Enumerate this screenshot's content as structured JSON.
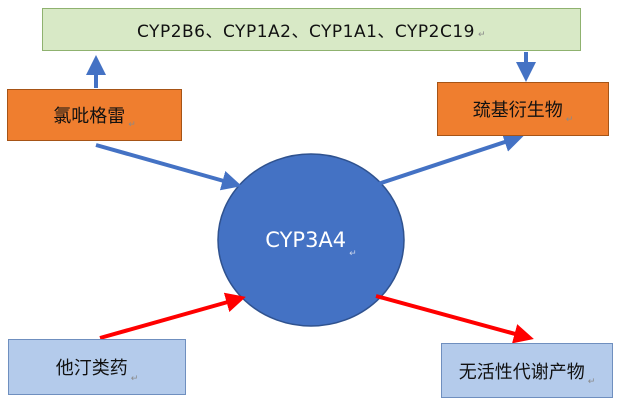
{
  "nodes": {
    "enzymes": {
      "label": "CYP2B6、CYP1A2、CYP1A1、CYP2C19",
      "mark": "↵"
    },
    "clopidogrel": {
      "label": "氯吡格雷",
      "mark": "↵"
    },
    "thiol_derivative": {
      "label": "巯基衍生物",
      "mark": "↵"
    },
    "cyp3a4": {
      "label": "CYP3A4",
      "mark": "↵"
    },
    "statins": {
      "label": "他汀类药",
      "mark": "↵"
    },
    "inactive_metabolite": {
      "label": "无活性代谢产物",
      "mark": "↵"
    }
  },
  "colors": {
    "blue_arrow": "#4472c4",
    "red_arrow": "#ff0000",
    "ellipse_fill": "#4472c4",
    "ellipse_stroke": "#2f528f",
    "green_box": "#d8e9c6",
    "orange_box": "#ef7e2f",
    "light_blue_box": "#b4cbeb"
  }
}
